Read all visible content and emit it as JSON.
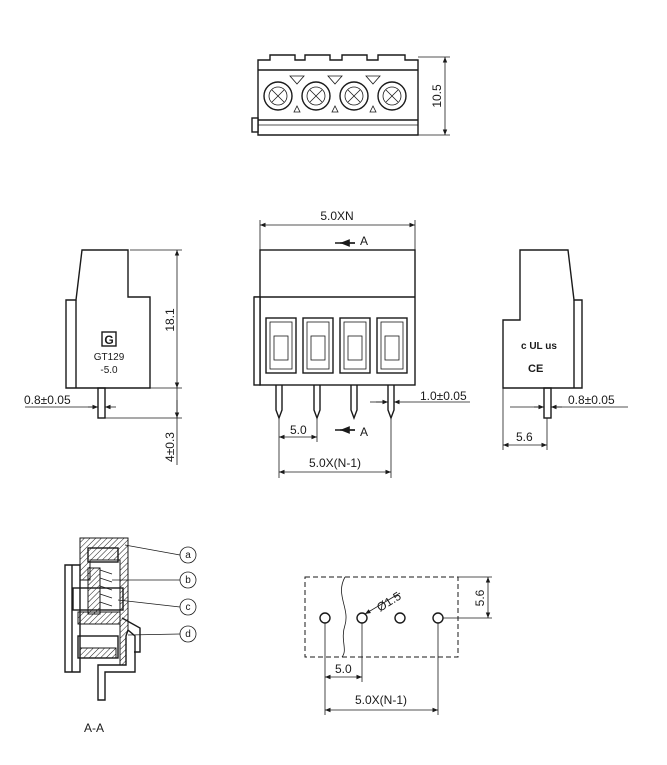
{
  "top_view": {
    "height_dim": "10.5"
  },
  "front_view": {
    "width_dim": "5.0XN",
    "pitch_dim": "5.0",
    "span_dim": "5.0X(N-1)",
    "pin_dim": "1.0±0.05",
    "section_label_top": "A",
    "section_label_bottom": "A"
  },
  "left_view": {
    "height_dim": "18.1",
    "pin_len_dim": "4±0.3",
    "pin_w_dim": "0.8±0.05",
    "logo_letter": "G",
    "model_line1": "GT129",
    "model_line2": "-5.0"
  },
  "right_view": {
    "pin_w_dim": "0.8±0.05",
    "offset_dim": "5.6",
    "ul_mark": "c UL us",
    "ce_mark": "CE"
  },
  "section_view": {
    "title": "A-A",
    "callouts": [
      "a",
      "b",
      "c",
      "d"
    ]
  },
  "pcb_layout": {
    "hole_dim": "Ø1.5",
    "height_dim": "5.6",
    "pitch_dim": "5.0",
    "span_dim": "5.0X(N-1)"
  }
}
